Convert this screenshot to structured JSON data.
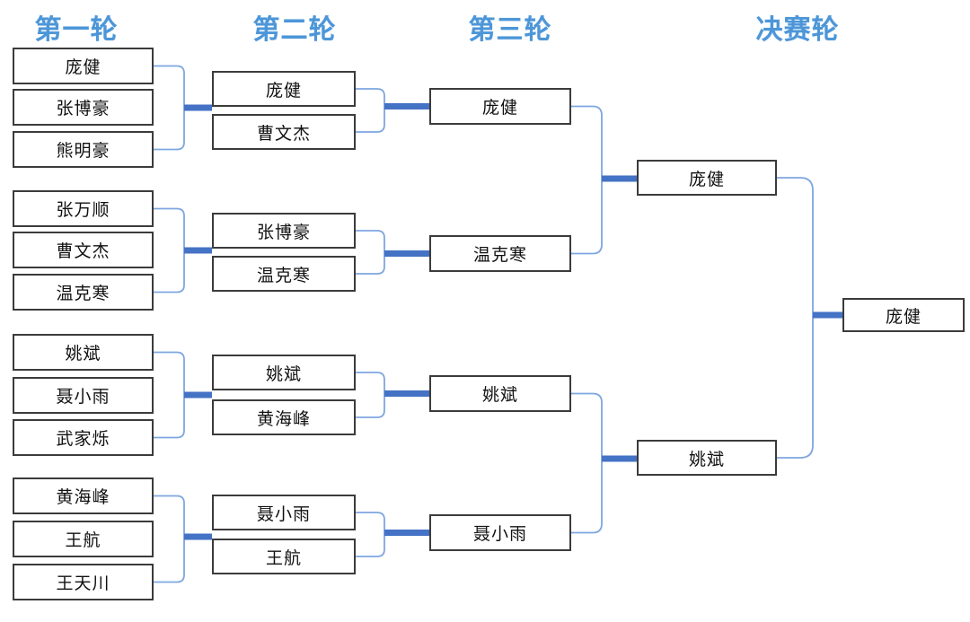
{
  "headers": [
    {
      "id": "round-1",
      "label": "第一轮"
    },
    {
      "id": "round-2",
      "label": "第二轮"
    },
    {
      "id": "round-3",
      "label": "第三轮"
    },
    {
      "id": "final-round",
      "label": "决赛轮"
    }
  ],
  "round1": {
    "groups": [
      {
        "players": [
          "庞健",
          "张博豪",
          "熊明豪"
        ]
      },
      {
        "players": [
          "张万顺",
          "曹文杰",
          "温克寒"
        ]
      },
      {
        "players": [
          "姚斌",
          "聂小雨",
          "武家烁"
        ]
      },
      {
        "players": [
          "黄海峰",
          "王航",
          "王天川"
        ]
      }
    ]
  },
  "round2": {
    "pairs": [
      {
        "players": [
          "庞健",
          "曹文杰"
        ]
      },
      {
        "players": [
          "张博豪",
          "温克寒"
        ]
      },
      {
        "players": [
          "姚斌",
          "黄海峰"
        ]
      },
      {
        "players": [
          "聂小雨",
          "王航"
        ]
      }
    ]
  },
  "round3": {
    "winners": [
      "庞健",
      "温克寒",
      "姚斌",
      "聂小雨"
    ]
  },
  "final_round": {
    "finalists": [
      "庞健",
      "姚斌"
    ]
  },
  "champion": {
    "name": "庞健"
  },
  "colors": {
    "header_text": "#4C96D8",
    "connector_thick": "#4472C4",
    "connector_thin": "#7EA6E0",
    "box_border": "#3B3B3B",
    "box_text": "#111111",
    "background": "#FFFFFF"
  }
}
